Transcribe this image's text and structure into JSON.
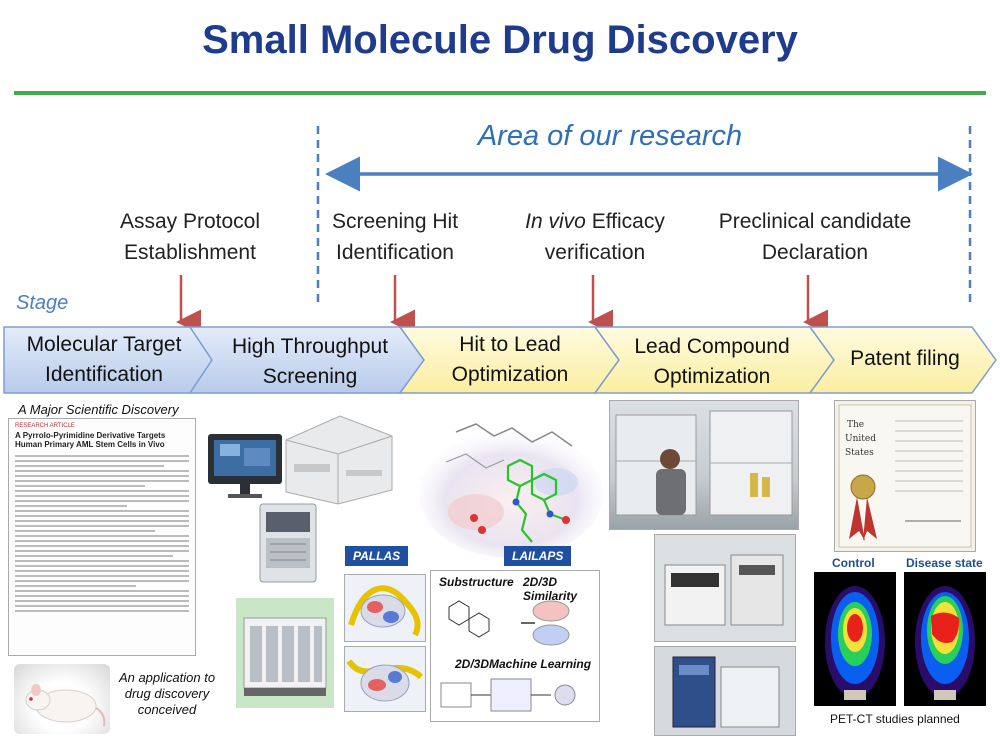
{
  "title": "Small Molecule Drug Discovery",
  "area_label": "Area of our research",
  "stage_label": "Stage",
  "steps": [
    {
      "line1": "Assay Protocol",
      "line2": "Establishment"
    },
    {
      "line1": "Screening Hit",
      "line2": "Identification"
    },
    {
      "line1_italic": "In vivo",
      "line1_rest": " Efficacy",
      "line2": "verification"
    },
    {
      "line1": "Preclinical candidate",
      "line2": "Declaration"
    }
  ],
  "stages": [
    {
      "line1": "Molecular Target",
      "line2": "Identification"
    },
    {
      "line1": "High Throughput",
      "line2": "Screening"
    },
    {
      "line1": "Hit to Lead",
      "line2": "Optimization"
    },
    {
      "line1": "Lead Compound",
      "line2": "Optimization"
    },
    {
      "line1": "Patent filing",
      "line2": ""
    }
  ],
  "paper": {
    "caption": "A Major Scientific Discovery",
    "header": "RESEARCH ARTICLE",
    "title_line1": "A Pyrrolo-Pyrimidine Derivative Targets",
    "title_line2": "Human Primary AML Stem Cells in Vivo"
  },
  "mouse_caption": [
    "An application to",
    "drug discovery",
    "conceived"
  ],
  "tags": {
    "pallas": "PALLAS",
    "lailaps": "LAILAPS"
  },
  "ml_panel": {
    "substructure": "Substructure",
    "similarity": "2D/3D Similarity",
    "ml": "2D/3DMachine Learning"
  },
  "pet": {
    "control": "Control",
    "disease": "Disease state",
    "caption": "PET-CT studies planned"
  },
  "colors": {
    "title": "#1f3b8c",
    "rule": "#3fae49",
    "area": "#2e6fb8",
    "arrow_red": "#c0504d",
    "chevron_blue": "#c9d8f0",
    "chevron_yellow": "#fff7c2"
  }
}
